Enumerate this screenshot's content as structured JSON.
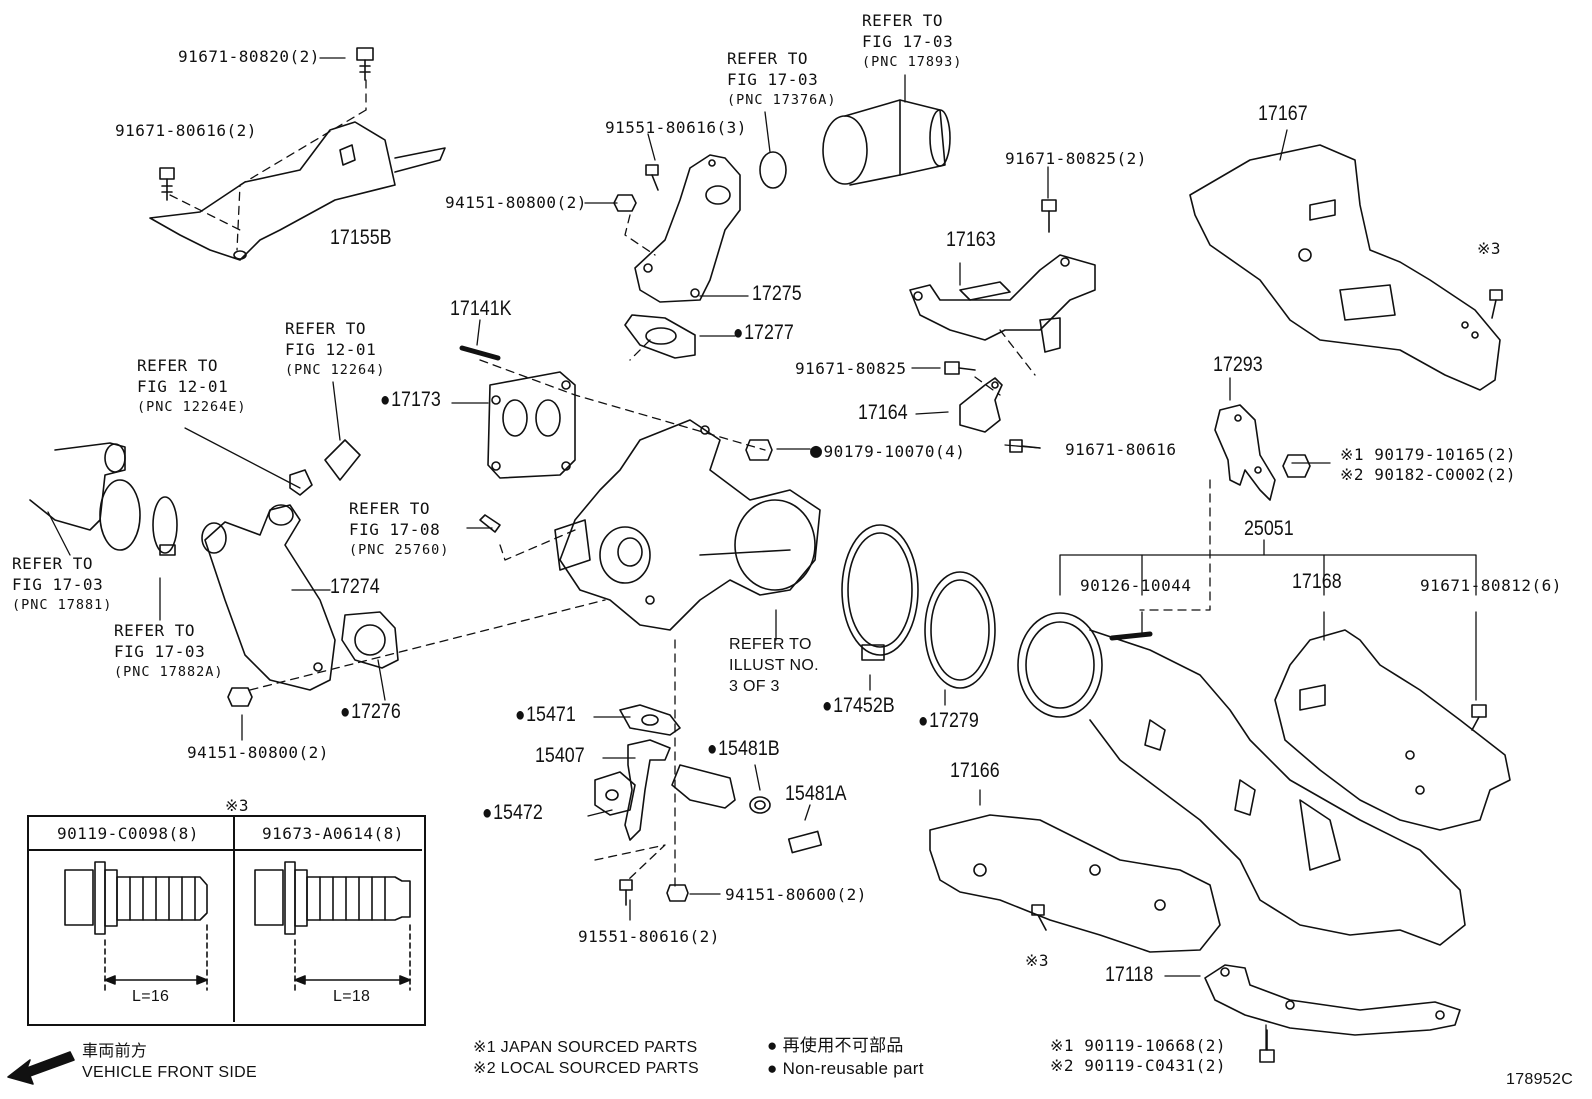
{
  "refs": [
    {
      "id": "r17893",
      "line1": "REFER TO",
      "line2": "FIG 17-03",
      "line3": "(PNC 17893)"
    },
    {
      "id": "r17376a",
      "line1": "REFER TO",
      "line2": "FIG 17-03",
      "line3": "(PNC 17376A)"
    },
    {
      "id": "r12264",
      "line1": "REFER TO",
      "line2": "FIG 12-01",
      "line3": "(PNC 12264)"
    },
    {
      "id": "r12264e",
      "line1": "REFER TO",
      "line2": "FIG 12-01",
      "line3": "(PNC 12264E)"
    },
    {
      "id": "r25760",
      "line1": "REFER TO",
      "line2": "FIG 17-08",
      "line3": "(PNC 25760)"
    },
    {
      "id": "r17881",
      "line1": "REFER TO",
      "line2": "FIG 17-03",
      "line3": "(PNC 17881)"
    },
    {
      "id": "r17882a",
      "line1": "REFER TO",
      "line2": "FIG 17-03",
      "line3": "(PNC 17882A)"
    },
    {
      "id": "rillust",
      "line1": "REFER TO",
      "line2": "ILLUST NO.",
      "line3": "3 OF 3"
    }
  ],
  "parts": {
    "p91671_80820": "91671-80820(2)",
    "p91671_80616a": "91671-80616(2)",
    "p17155b": "17155B",
    "p91551_80616_3": "91551-80616(3)",
    "p94151_80800_2a": "94151-80800(2)",
    "p17275": "17275",
    "p17277": "17277",
    "p17141k": "17141K",
    "p17173": "17173",
    "p90179_10070": "90179-10070(4)",
    "p91671_80825_2": "91671-80825(2)",
    "p17163": "17163",
    "p91671_80825": "91671-80825",
    "p17164": "17164",
    "p91671_80616": "91671-80616",
    "p17167": "17167",
    "p17293": "17293",
    "p90179_10165": "90179-10165(2)",
    "p90182_c0002": "90182-C0002(2)",
    "p25051": "25051",
    "p90126_10044": "90126-10044",
    "p17168": "17168",
    "p91671_80812": "91671-80812(6)",
    "p17274": "17274",
    "p17276": "17276",
    "p94151_80800_2b": "94151-80800(2)",
    "p15471": "15471",
    "p15407": "15407",
    "p15481b": "15481B",
    "p15481a": "15481A",
    "p15472": "15472",
    "p94151_80600": "94151-80600(2)",
    "p91551_80616_2": "91551-80616(2)",
    "p17452b": "17452B",
    "p17279": "17279",
    "p17166": "17166",
    "p17118": "17118",
    "p90119_10668": "90119-10668(2)",
    "p90119_c0431": "90119-C0431(2)"
  },
  "marks": {
    "k1": "※1",
    "k2": "※2",
    "k3": "※3"
  },
  "bolt_table": {
    "note": "※3",
    "col1": {
      "part": "90119-C0098(8)",
      "length": "L=16"
    },
    "col2": {
      "part": "91673-A0614(8)",
      "length": "L=18"
    }
  },
  "legend": {
    "japan": "※1 JAPAN SOURCED PARTS",
    "local": "※2 LOCAL SOURCED PARTS",
    "nonreuse_jp": "● 再使用不可部品",
    "nonreuse_en": "● Non-reusable part",
    "front_jp": "車両前方",
    "front_en": "VEHICLE FRONT SIDE",
    "fig_code": "178952C"
  }
}
